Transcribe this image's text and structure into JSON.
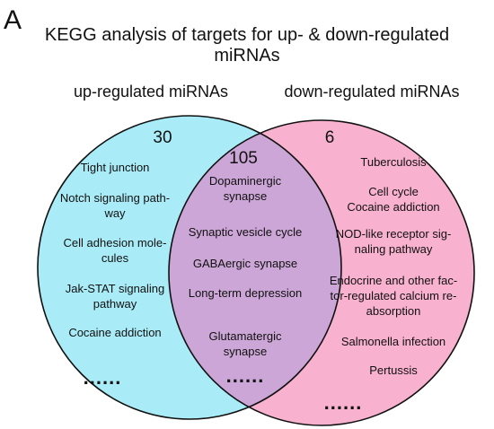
{
  "panel_label": "A",
  "title_line1": "KEGG analysis of  targets for up- & down-regulated",
  "title_line2": "miRNAs",
  "left": {
    "label": "up-regulated miRNAs",
    "count": "30",
    "color": "#a9ecf7",
    "items": [
      "Tight junction",
      "Notch signaling path-\nway",
      "Cell adhesion mole-\ncules",
      "Jak-STAT signaling\npathway",
      "Cocaine addiction"
    ],
    "more": "......"
  },
  "right": {
    "label": "down-regulated miRNAs",
    "count": "6",
    "color": "#f8b1cf",
    "items": [
      "Tuberculosis",
      "Cell cycle\nCocaine addiction",
      "NOD-like receptor sig-\nnaling pathway",
      "Endocrine and other fac-\ntor-regulated calcium re-\nabsorption",
      "Salmonella infection",
      "Pertussis"
    ],
    "more": "......"
  },
  "overlap": {
    "count": "105",
    "color": "#cca6d6",
    "items": [
      "Dopaminergic\nsynapse",
      "Synaptic vesicle cycle",
      "GABAergic synapse",
      "Long-term depression",
      "Glutamatergic\nsynapse"
    ],
    "more": "......"
  }
}
